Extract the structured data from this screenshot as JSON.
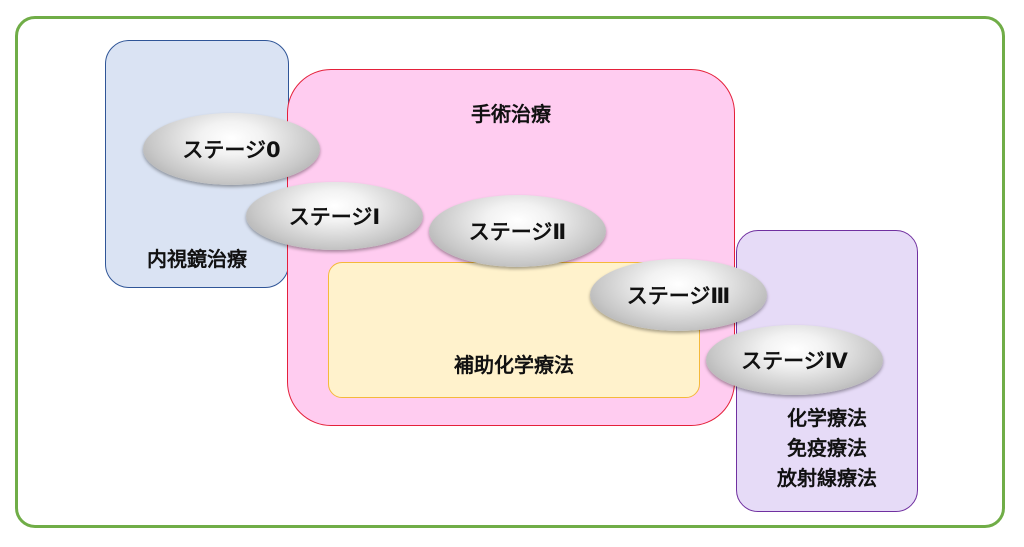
{
  "treatments": {
    "endoscopic": "内視鏡治療",
    "surgery": "手術治療",
    "adjuvant": "補助化学療法",
    "other": [
      "化学療法",
      "免疫療法",
      "放射線療法"
    ]
  },
  "stages": [
    "ステージ0",
    "ステージⅠ",
    "ステージⅡ",
    "ステージⅢ",
    "ステージⅣ"
  ],
  "colors": {
    "frame_border": "#70ad47",
    "endoscopic_fill": "#dae3f3",
    "endoscopic_border": "#2f5597",
    "surgery_fill": "#ffccf0",
    "surgery_border": "#e4203a",
    "adjuvant_fill": "#fff2cc",
    "adjuvant_border": "#f4b93a",
    "other_fill": "#e6dbf7",
    "other_border": "#7030a0"
  }
}
